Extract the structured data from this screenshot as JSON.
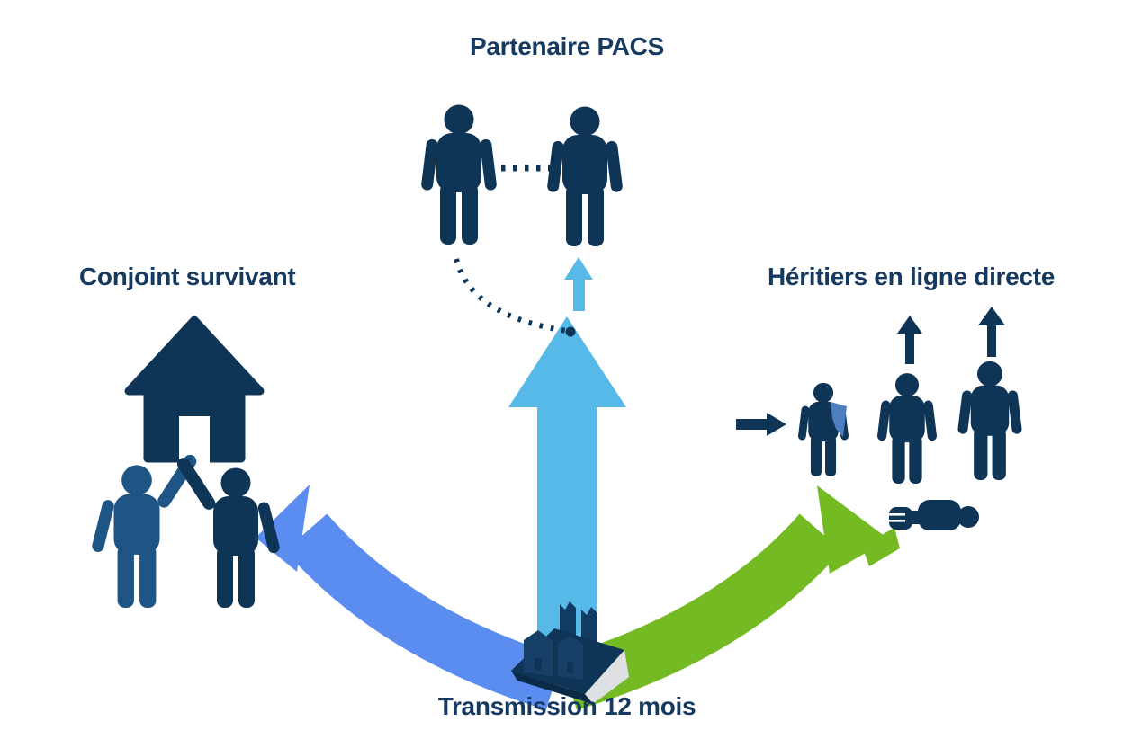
{
  "labels": {
    "top": "Partenaire PACS",
    "left": "Conjoint survivant",
    "right": "Héritiers en ligne directe",
    "bottom": "Transmission 12 mois"
  },
  "colors": {
    "background": "#ffffff",
    "text": "#16395f",
    "navy": "#0e3456",
    "medium_blue": "#1e5585",
    "steel_blue": "#4d7fc0",
    "cyan_arrow": "#57b9e7",
    "blue_arrow": "#5b8cf0",
    "green_arrow": "#74bb23",
    "platform_dark": "#0a2a48",
    "platform_light": "#dfe0e3"
  },
  "icon_names": [
    "pacs-person-left-icon",
    "pacs-person-right-icon",
    "pacs-dotted-link",
    "dotted-curve-connector",
    "small-up-arrow-icon",
    "main-up-arrow-icon",
    "house-icon",
    "spouse-waving-left-icon",
    "spouse-waving-right-icon",
    "blue-curved-arrow",
    "green-curved-arrow",
    "estate-model-icon",
    "heir-pointer-arrow-icon",
    "child-heir-icon",
    "adult-heir-1-icon",
    "adult-heir-2-icon",
    "heir-up-arrow-1-icon",
    "heir-up-arrow-2-icon",
    "deceased-person-icon"
  ]
}
